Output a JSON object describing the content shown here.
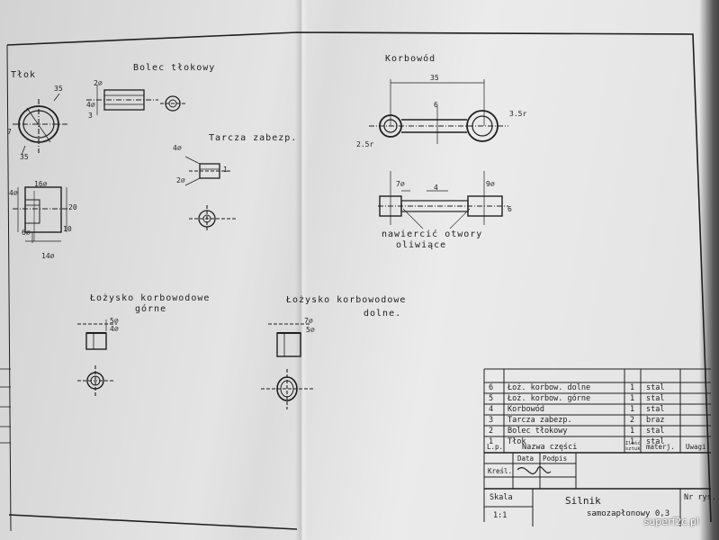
{
  "parts": {
    "tlok": "Tłok",
    "bolec": "Bolec tłokowy",
    "tarcza": "Tarcza zabezp.",
    "korbowod": "Korbowód",
    "lozysko_gorne_1": "Łożysko korbowodowe",
    "lozysko_gorne_2": "górne",
    "lozysko_dolne_1": "Łożysko korbowodowe",
    "lozysko_dolne_2": "dolne.",
    "note_1": "nawiercić otwory",
    "note_2": "oliwiące"
  },
  "dimensions": {
    "tlok_35a": "35",
    "tlok_35b": "35",
    "tlok_7": "7",
    "tlok_16": "16⌀",
    "tlok_4": "4⌀",
    "tlok_20": "20",
    "tlok_10": "10",
    "tlok_6": "6⌀",
    "tlok_14": "14⌀",
    "bolec_4": "4⌀",
    "bolec_2": "2⌀",
    "bolec_3": "3",
    "tarcza_4": "4⌀",
    "tarcza_2": "2⌀",
    "tarcza_1": "1",
    "kor_35": "35",
    "kor_6": "6",
    "kor_35r": "3.5r",
    "kor_25r": "2.5r",
    "kor_7": "7⌀",
    "kor_4": "4",
    "kor_9": "9⌀",
    "kor_6b": "6",
    "lg_5": "5⌀",
    "lg_4": "4⌀",
    "ld_7": "7⌀",
    "ld_5": "5⌀"
  },
  "bom": {
    "rows": [
      {
        "lp": "6",
        "name": "Łoż. korbow. dolne",
        "qty": "1",
        "mat": "stal"
      },
      {
        "lp": "5",
        "name": "Łoż. korbow. górne",
        "qty": "1",
        "mat": "stal"
      },
      {
        "lp": "4",
        "name": "Korbowód",
        "qty": "1",
        "mat": "stal"
      },
      {
        "lp": "3",
        "name": "Tarcza zabezp.",
        "qty": "2",
        "mat": "braz"
      },
      {
        "lp": "2",
        "name": "Bolec tłokowy",
        "qty": "1",
        "mat": "stal"
      },
      {
        "lp": "1",
        "name": "Tłok",
        "qty": "1",
        "mat": "stal"
      }
    ],
    "header": {
      "lp": "L.p.",
      "name": "Nazwa części",
      "qty": "Ilość sztuk",
      "mat": "materj.",
      "notes": "Uwagi"
    }
  },
  "title_block": {
    "data": "Data",
    "podpis": "Podpis",
    "kresl": "Kreśl.",
    "signature": "Hey",
    "skala_label": "Skala",
    "skala_value": "1:1",
    "title_1": "Silnik",
    "title_2": "samozapłonowy 0,3",
    "nr_label": "Nr rys."
  },
  "watermark": "superf2c.pl",
  "colors": {
    "paper": "#e3e3e3",
    "ink": "#1e1e1e"
  }
}
